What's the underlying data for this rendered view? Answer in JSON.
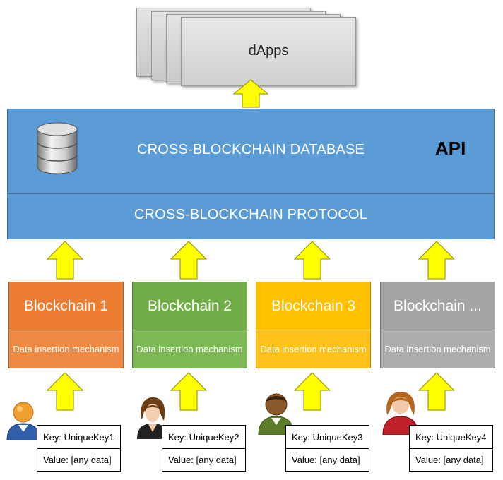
{
  "dapps": {
    "label": "dApps"
  },
  "database": {
    "title": "CROSS-BLOCKCHAIN DATABASE",
    "api_label": "API",
    "icon": "database-icon"
  },
  "protocol": {
    "title": "CROSS-BLOCKCHAIN PROTOCOL"
  },
  "blockchains": [
    {
      "name": "Blockchain 1",
      "mechanism": "Data insertion mechanism",
      "color": "#ed7d31",
      "bottom_color": "#ef8a45",
      "border": "#ae5a21"
    },
    {
      "name": "Blockchain 2",
      "mechanism": "Data insertion mechanism",
      "color": "#70ad47",
      "bottom_color": "#7cb954",
      "border": "#507e32"
    },
    {
      "name": "Blockchain 3",
      "mechanism": "Data insertion mechanism",
      "color": "#ffc000",
      "bottom_color": "#ffc21a",
      "border": "#bc8c00"
    },
    {
      "name": "Blockchain ...",
      "mechanism": "Data insertion mechanism",
      "color": "#a5a5a5",
      "bottom_color": "#adadad",
      "border": "#787878"
    }
  ],
  "entries": [
    {
      "key": "Key: UniqueKey1",
      "value": "Value: [any data]",
      "user_icon": "user-blue-icon"
    },
    {
      "key": "Key: UniqueKey2",
      "value": "Value: [any data]",
      "user_icon": "user-woman-icon"
    },
    {
      "key": "Key: UniqueKey3",
      "value": "Value: [any data]",
      "user_icon": "user-green-icon"
    },
    {
      "key": "Key: UniqueKey4",
      "value": "Value: [any data]",
      "user_icon": "user-red-icon"
    }
  ],
  "colors": {
    "band": "#5b9bd5",
    "arrow_fill": "#ffff00",
    "arrow_stroke": "#808000"
  }
}
